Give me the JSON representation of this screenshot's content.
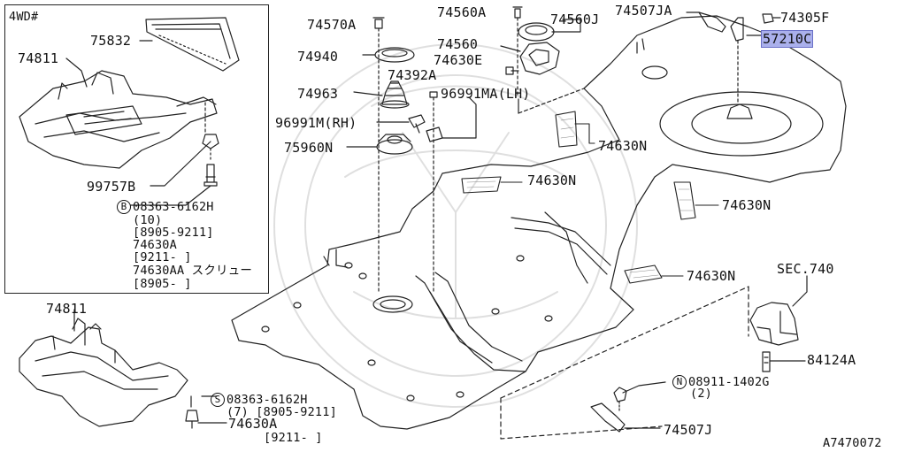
{
  "inset_title": "4WD#",
  "drawing_id": "A7470072",
  "labels": {
    "p75832": "75832",
    "p74811_top": "74811",
    "p99757B": "99757B",
    "bolt_b_code": "08363-6162H",
    "bolt_b_circle": "B",
    "bolt_b_qty": "(10)",
    "bolt_b_range": "[8905-9211]",
    "p74630A_inset": "74630A",
    "range_9211": "[9211-     ]",
    "p74630AA": "74630AA スクリュー",
    "range_8905": "[8905-     ]",
    "p74811_bottom": "74811",
    "bolt_s_circle": "S",
    "bolt_s_code": "08363-6162H",
    "bolt_s_qty_range": "(7) [8905-9211]",
    "p74630A_bottom": "74630A",
    "range_9211_bottom": "[9211-     ]",
    "p74570A": "74570A",
    "p74940": "74940",
    "p74392A": "74392A",
    "p74963": "74963",
    "p96991MA": "96991MA(LH)",
    "p96991M": "96991M(RH)",
    "p75960N": "75960N",
    "p74560A": "74560A",
    "p74560J": "74560J",
    "p74560": "74560",
    "p74630E": "74630E",
    "p74507JA": "74507JA",
    "p74305F": "74305F",
    "p57210C": "57210C",
    "p74630N_1": "74630N",
    "p74630N_2": "74630N",
    "p74630N_3": "74630N",
    "p74630N_4": "74630N",
    "sec740": "SEC.740",
    "p84124A": "84124A",
    "nut_n_circle": "N",
    "nut_n_code": "08911-1402G",
    "nut_n_qty": "(2)",
    "p74507J": "74507J"
  },
  "highlight_color": "#aab0ec"
}
